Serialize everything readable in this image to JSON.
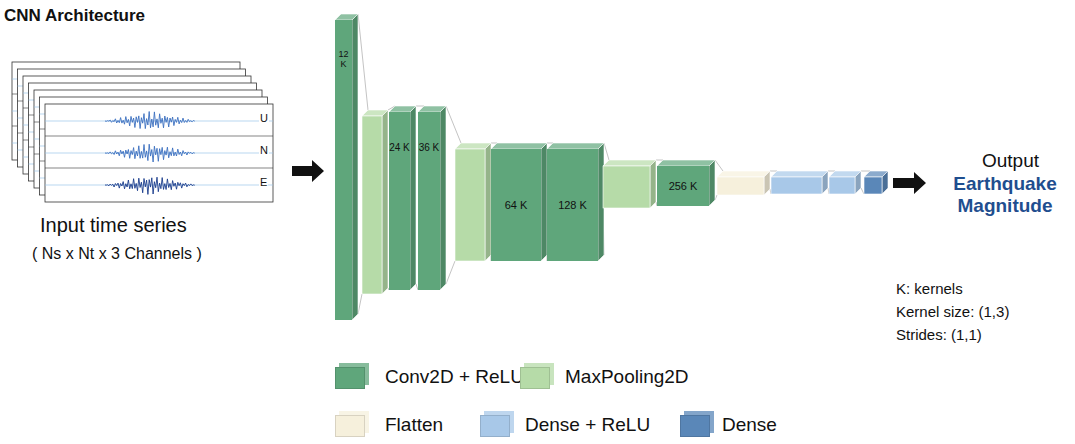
{
  "diagram": {
    "title": "CNN Architecture",
    "nodes": [
      {
        "text": [
          "12 K"
        ]
      },
      {
        "text": [
          "24 K"
        ]
      },
      {
        "text": [
          "36 K"
        ]
      },
      {
        "text": [
          "64 K"
        ]
      },
      {
        "text": [
          "128 K"
        ]
      },
      {
        "text": [
          "256 K"
        ]
      }
    ],
    "labels": [
      "U",
      "N",
      "E",
      "Input time series",
      "( Ns x Nt x 3 Channels )",
      "Output",
      "Earthquake Magnitude",
      "K: kernels",
      "Kernel size: (1,3)",
      "Strides: (1,1)"
    ],
    "legend": [
      {
        "text": "Conv2D + ReLU",
        "color": "#5fa67b"
      },
      {
        "text": "MaxPooling2D",
        "color": "#b6dba8"
      },
      {
        "text": "Flatten",
        "color": "#f6f0dc"
      },
      {
        "text": "Dense + ReLU",
        "color": "#a8c8e8"
      },
      {
        "text": "Dense",
        "color": "#5a87b8"
      }
    ]
  }
}
